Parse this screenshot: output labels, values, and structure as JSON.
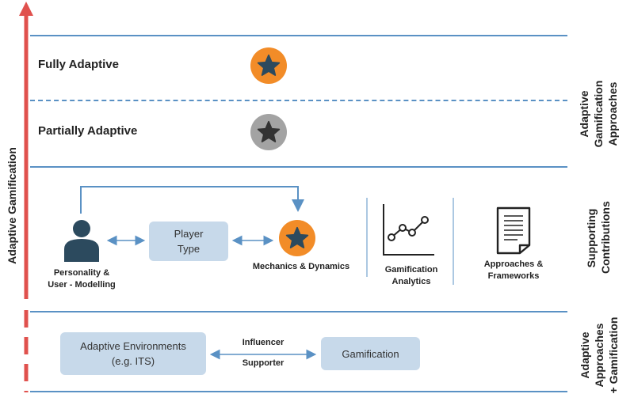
{
  "left_axis": {
    "label": "Adaptive Gamification",
    "arrow_color": "#e0514d"
  },
  "levels": {
    "fully_adaptive": "Fully Adaptive",
    "partially_adaptive": "Partially Adaptive"
  },
  "right_labels": {
    "top": "Adaptive Gamification Approaches",
    "middle": "Supporting Contributions",
    "bottom": [
      "Adaptive",
      "Approaches",
      "+ Gamification"
    ]
  },
  "contributions": {
    "user": [
      "Personality &",
      "User - Modelling"
    ],
    "player_type": [
      "Player",
      "Type"
    ],
    "mechanics": "Mechanics & Dynamics",
    "analytics": [
      "Gamification",
      "Analytics"
    ],
    "frameworks": [
      "Approaches &",
      "Frameworks"
    ]
  },
  "bottom": {
    "adaptive_env": [
      "Adaptive Environments",
      "(e.g. ITS)"
    ],
    "gamification": "Gamification",
    "influencer": "Influencer",
    "supporter": "Supporter"
  },
  "colors": {
    "line": "#5a91c4",
    "orange": "#f28c28",
    "gray": "#a3a3a3",
    "star_dark": "#2c4a5e",
    "box": "#c7d9ea"
  },
  "icons": [
    "person-icon",
    "star-icon",
    "line-chart-icon",
    "document-icon"
  ]
}
